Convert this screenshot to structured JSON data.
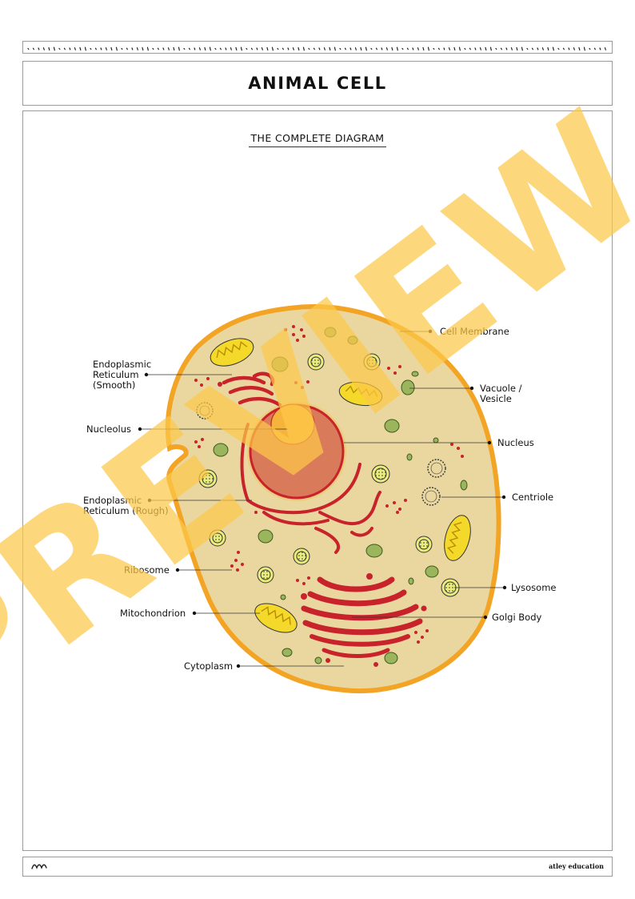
{
  "header": {
    "title": "ANIMAL CELL"
  },
  "diagram": {
    "subtitle": "THE COMPLETE DIAGRAM",
    "labels": {
      "cell_membrane": "Cell Membrane",
      "er_smooth_1": "Endoplasmic",
      "er_smooth_2": "Reticulum",
      "er_smooth_3": "(Smooth)",
      "vacuole_1": "Vacuole /",
      "vacuole_2": "Vesicle",
      "nucleolus": "Nucleolus",
      "nucleus": "Nucleus",
      "er_rough_1": "Endoplasmic",
      "er_rough_2": "Reticulum (Rough)",
      "centriole": "Centriole",
      "ribosome": "Ribosome",
      "lysosome": "Lysosome",
      "mitochondrion": "Mitochondrion",
      "golgi": "Golgi Body",
      "cytoplasm": "Cytoplasm"
    }
  },
  "watermark": {
    "text": "PREVIEW"
  },
  "footer": {
    "brand": "atley education"
  },
  "colors": {
    "membrane": "#f3a424",
    "cytoplasm": "#ead7a0",
    "nucleus": "#d97b5b",
    "nucleolus": "#f6b43c",
    "er_red": "#c8222a",
    "mitochondria": "#f4d92b",
    "vacuole": "#9bb55d",
    "watermark": "#fcc84a"
  }
}
